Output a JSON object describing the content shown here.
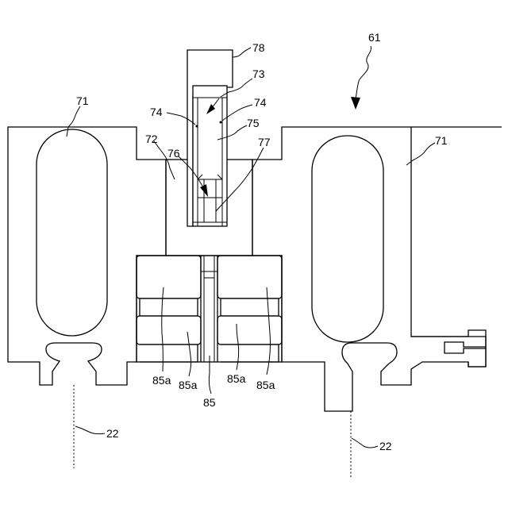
{
  "figure": {
    "labels": {
      "assembly": "61",
      "body_left": "71",
      "body_right": "71",
      "core": "72",
      "slot": "73",
      "wall_left": "74",
      "wall_right": "74",
      "space": "75",
      "arrow_member": "76",
      "plate_member": "77",
      "bracket": "78",
      "magnet_a1": "85a",
      "magnet_a2": "85a",
      "magnet_a3": "85a",
      "magnet_a4": "85a",
      "magnet": "85",
      "axis_left": "22",
      "axis_right": "22"
    }
  }
}
